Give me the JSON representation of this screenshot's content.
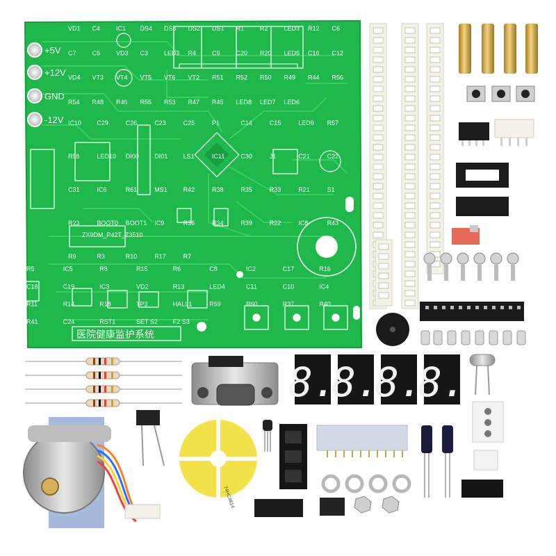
{
  "scene": "Electronic DIY kit: green PCB with loose components",
  "pcb": {
    "title_cn": "医院健康监护系统",
    "power_labels": [
      "+5V",
      "+12V",
      "GND",
      "-12V"
    ],
    "top_labels": [
      "VD1",
      "C4",
      "IC1",
      "DS4",
      "DS3",
      "DS2",
      "DS1",
      "R1",
      "R2",
      "LED3",
      "R12",
      "C6",
      "C7",
      "C5",
      "VD3",
      "C3",
      "LED2",
      "R4",
      "C9",
      "C20",
      "R20",
      "LED5",
      "C16",
      "C12",
      "VD4",
      "VT3",
      "VT4",
      "VT5",
      "VT6",
      "VT2",
      "R51",
      "R52",
      "R50",
      "R49",
      "R44",
      "R56",
      "R54",
      "R48",
      "R46",
      "R55",
      "R53",
      "R47",
      "R45",
      "LED8",
      "LED7",
      "LED6"
    ],
    "mid_labels": [
      "IC10",
      "C29",
      "C26",
      "C23",
      "C25",
      "P1",
      "C14",
      "C15",
      "LED9",
      "R57",
      "R58",
      "LED10",
      "DI00",
      "DI01",
      "LS1",
      "IC11",
      "C30",
      "J1",
      "C21",
      "C22",
      "C31",
      "IC6",
      "R61",
      "MS1",
      "R42",
      "R38",
      "R35",
      "R33",
      "R21",
      "S1",
      "R23",
      "BOOT0",
      "BOOT1",
      "IC9",
      "R36",
      "R34",
      "R39",
      "R22",
      "IC8",
      "R43",
      "R9",
      "R3",
      "R10",
      "R17",
      "R7"
    ],
    "bottom_labels": [
      "R5",
      "IC5",
      "R8",
      "R15",
      "R6",
      "C8",
      "IC2",
      "C17",
      "R16",
      "C18",
      "C19",
      "IC3",
      "VD2",
      "R13",
      "LED4",
      "C11",
      "C10",
      "IC4",
      "R11",
      "R14",
      "R18",
      "TP3",
      "HALL1",
      "R59",
      "R60",
      "R37",
      "R40",
      "R41",
      "C24",
      "RST1",
      "SET S2",
      "F2 S3"
    ],
    "chip_marks": [
      "ZX9DM_P42T_Z3510"
    ]
  },
  "parts": {
    "seven_segment_digits": [
      "8.",
      "8.",
      "8.",
      "8."
    ],
    "ic_marking": "74HC4614"
  },
  "colors": {
    "pcb_green": "#1fb84a",
    "pcb_trace": "#33cc5e",
    "silkscreen": "#ffffff",
    "header_white": "#f4f1e8",
    "brass": "#c9a046",
    "yellow_wheel": "#f4e24a",
    "ic_black": "#1c1c1c"
  }
}
